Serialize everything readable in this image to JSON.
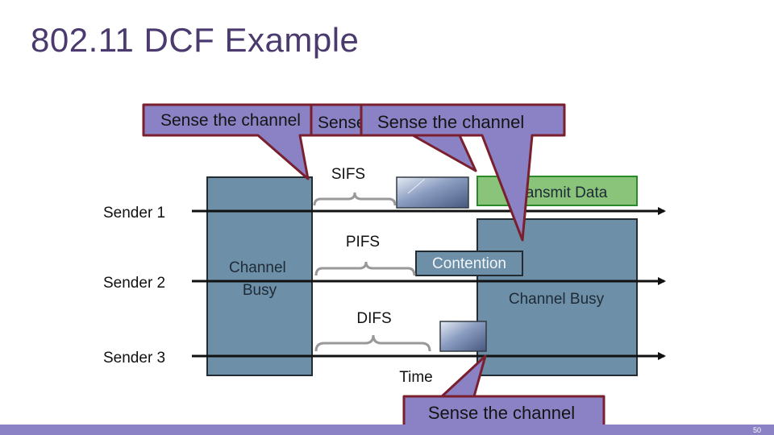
{
  "title": "802.11 DCF Example",
  "slide_number": "50",
  "senders": {
    "s1": "Sender 1",
    "s2": "Sender 2",
    "s3": "Sender 3"
  },
  "busy_left": [
    "Channel",
    "Busy"
  ],
  "busy_right": "Channel Busy",
  "labels": {
    "sifs": "SIFS",
    "pifs": "PIFS",
    "difs": "DIFS",
    "contention": "Contention",
    "transmit_data": "Transmit Data",
    "time": "Time"
  },
  "callouts": {
    "c1": "Sense the channel",
    "c2": "Sense the channel",
    "c3": "Sense the channel",
    "c4": "Sense the channel"
  },
  "colors": {
    "title": "#4a3a6e",
    "busy_fill": "#6d8fa8",
    "busy_stroke": "#232b33",
    "callout_fill": "#8a82c4",
    "callout_stroke": "#7a1f2e",
    "transmit_fill": "#8ac37a",
    "transmit_stroke": "#2a8a2a",
    "footer": "#8a82c4"
  }
}
